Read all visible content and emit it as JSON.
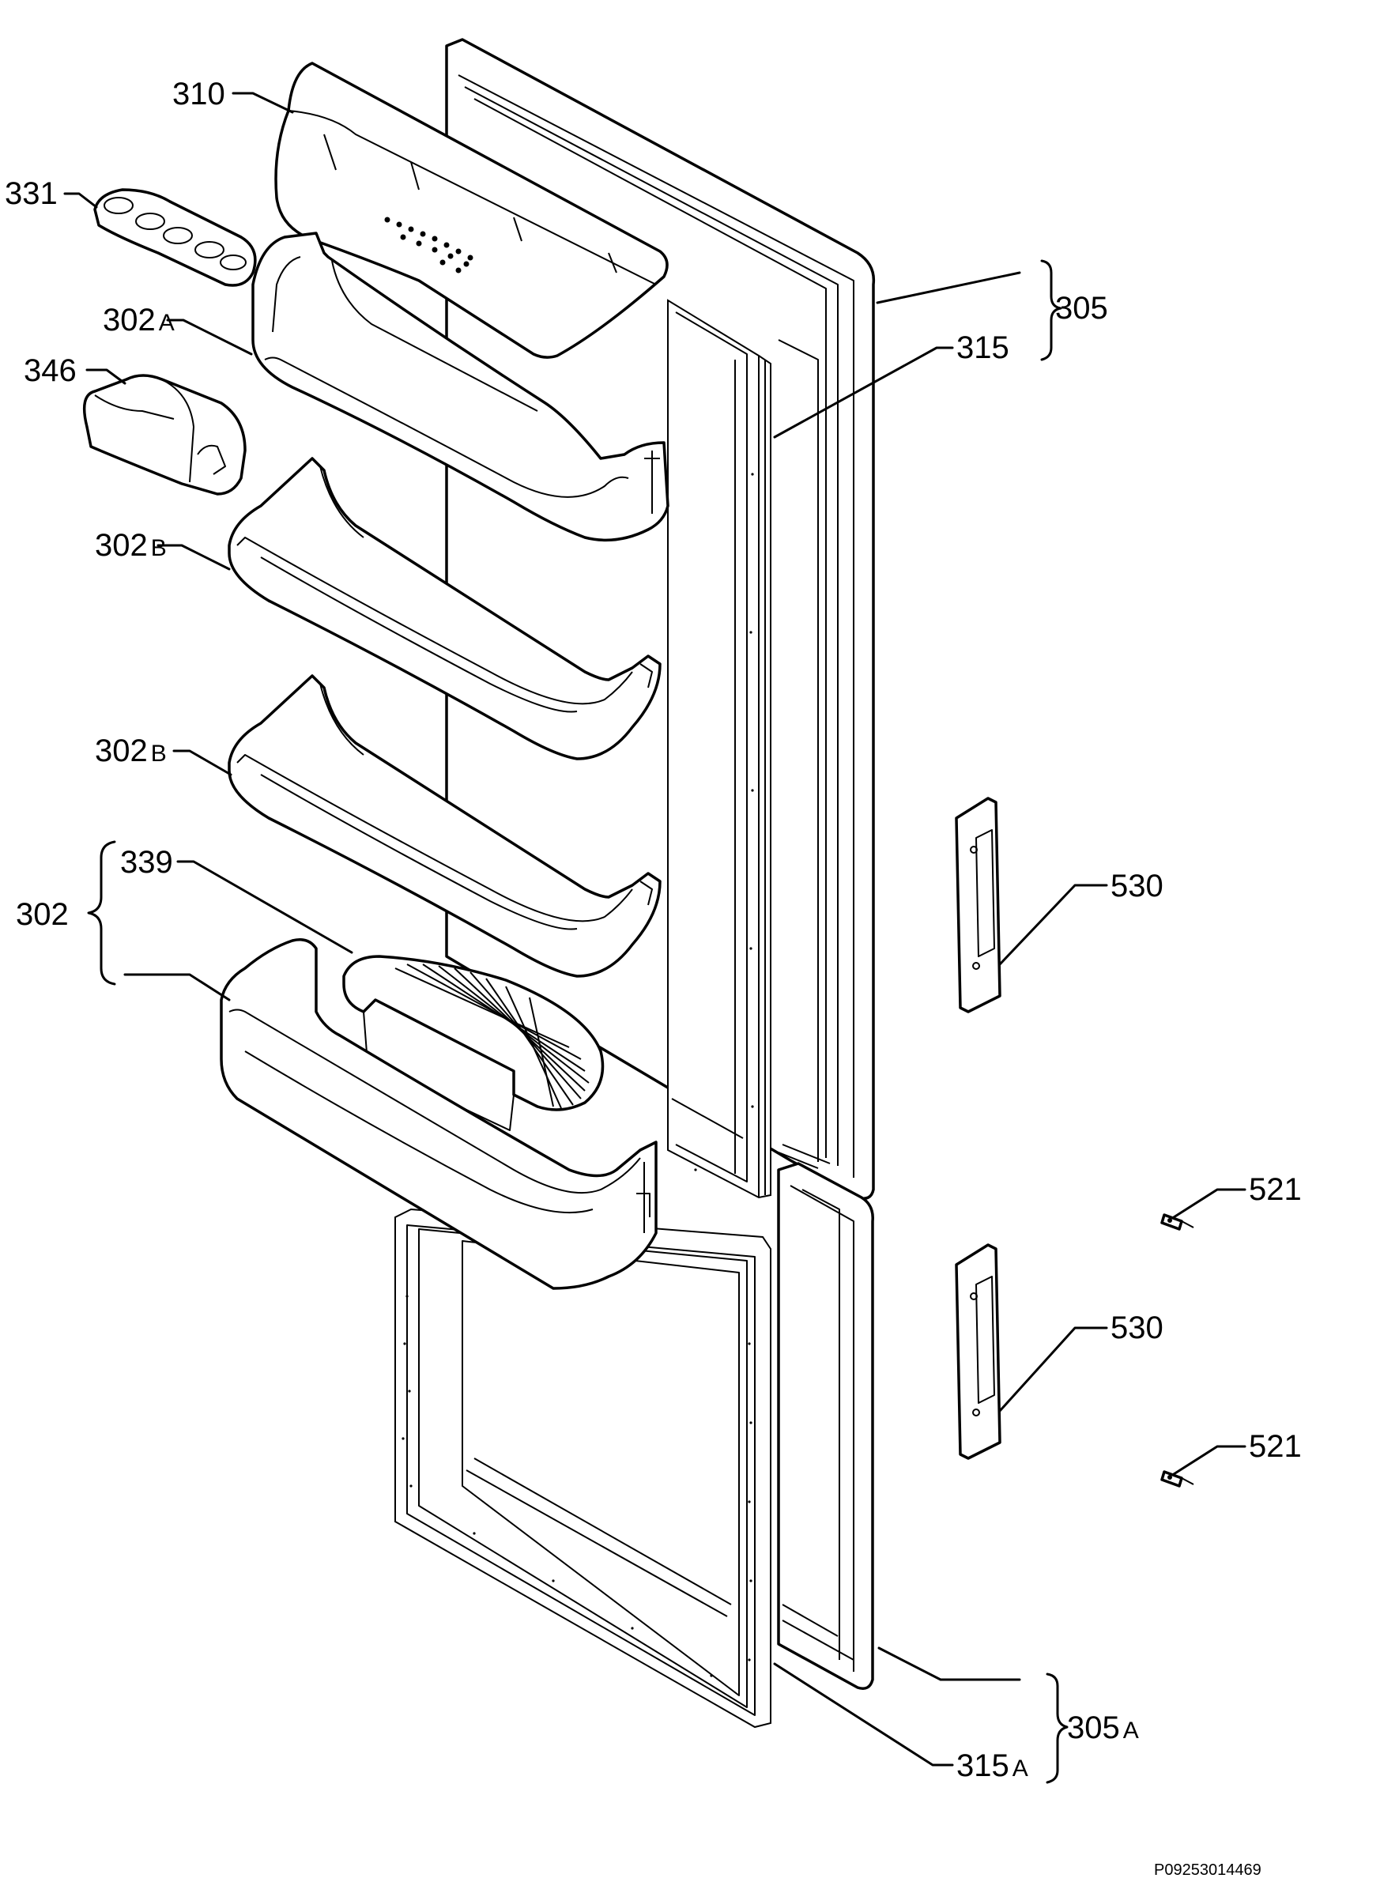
{
  "parts": {
    "p310": "310",
    "p331": "331",
    "p302a": "302",
    "p302a_suffix": "A",
    "p346": "346",
    "p302b_1": "302",
    "p302b_1_suffix": "B",
    "p302b_2": "302",
    "p302b_2_suffix": "B",
    "p339": "339",
    "p302": "302",
    "p305": "305",
    "p315": "315",
    "p530_top": "530",
    "p530_bottom": "530",
    "p521_top": "521",
    "p521_bottom": "521",
    "p305a": "305",
    "p305a_suffix": "A",
    "p315a": "315",
    "p315a_suffix": "A"
  },
  "footer": {
    "drawing_code": "P09253014469"
  }
}
